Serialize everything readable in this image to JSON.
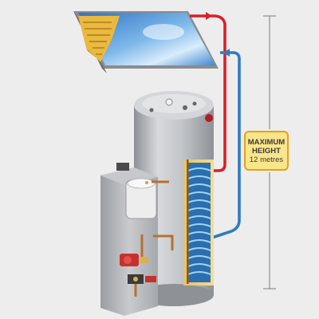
{
  "height_label": {
    "line1": "MAXIMUM",
    "line2": "HEIGHT",
    "line3": "12 metres"
  },
  "colors": {
    "background": "#ededed",
    "hot_pipe": "#d8202a",
    "cold_pipe": "#2f7ac4",
    "label_fill": "#fbe58a",
    "label_border": "#e3a21a",
    "tank_steel": "#b9bcc0",
    "collector_sky": "#4f96d6"
  },
  "icons": {
    "hot_flow_arrow": "arrow-right-icon",
    "cold_flow_arrow": "arrow-left-icon"
  }
}
